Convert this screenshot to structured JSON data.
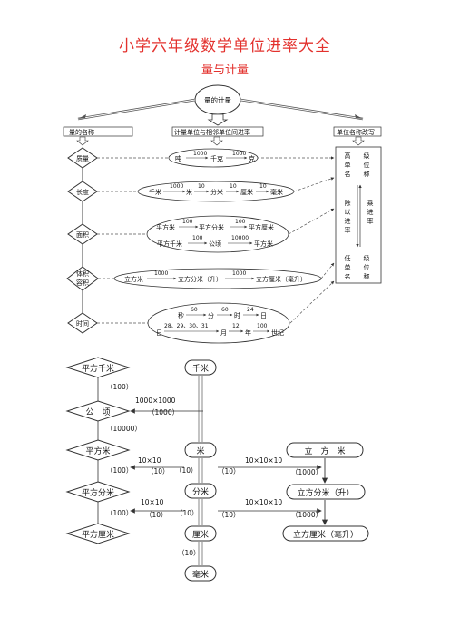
{
  "title": "小学六年级数学单位进率大全",
  "subtitle": "量与计量",
  "top": {
    "root": "量的计量",
    "col_left": "量的名称",
    "col_mid": "计量单位与相邻单位间进率",
    "col_right": "单位名称改写",
    "categories": [
      "质量",
      "长度",
      "面积",
      "体积\n容积",
      "时间"
    ],
    "mass": {
      "u1": "吨",
      "r1": "1000",
      "u2": "千克",
      "r2": "1000",
      "u3": "克"
    },
    "length": {
      "u1": "千米",
      "r1": "1000",
      "u2": "米",
      "r2": "10",
      "u3": "分米",
      "r3": "10",
      "u4": "厘米",
      "r4": "10",
      "u5": "毫米"
    },
    "area1": {
      "u1": "平方米",
      "r1": "100",
      "u2": "平方分米",
      "r2": "100",
      "u3": "平方厘米"
    },
    "area2": {
      "u1": "平方千米",
      "r1": "100",
      "u2": "公顷",
      "r2": "10000",
      "u3": "平方米"
    },
    "volume": {
      "u1": "立方米",
      "r1": "1000",
      "u2": "立方分米（升）",
      "r2": "1000",
      "u3": "立方厘米（毫升）"
    },
    "time1": {
      "u1": "秒",
      "r1": "60",
      "u2": "分",
      "r2": "60",
      "u3": "时",
      "r3": "24",
      "u4": "日"
    },
    "time2": {
      "u1": "日",
      "r1": "28、29、30、31",
      "u2": "月",
      "r2": "12",
      "u3": "年",
      "r3": "100",
      "u4": "世纪"
    },
    "rewrite": {
      "high1": "高",
      "high2": "级",
      "high3": "单",
      "high4": "位",
      "high5": "名",
      "high6": "称",
      "mul1": "乘",
      "mul2": "进",
      "mul3": "率",
      "div1": "除",
      "div2": "以",
      "div3": "进",
      "div4": "率",
      "low1": "低",
      "low2": "级",
      "low3": "单",
      "low4": "位",
      "low5": "名",
      "low6": "称"
    }
  },
  "bottom": {
    "area_nodes": [
      "平方千米",
      "公　顷",
      "平方米",
      "平方分米",
      "平方厘米"
    ],
    "area_rates": [
      "（100）",
      "（10000）",
      "（100）",
      "（100）"
    ],
    "len_nodes": [
      "千米",
      "米",
      "分米",
      "厘米",
      "毫米"
    ],
    "len_rates": [
      "（10）",
      "（10）",
      "（10）"
    ],
    "vol_nodes": [
      "立　方　米",
      "立方分米（升）",
      "立方厘米（毫升）"
    ],
    "vol_rates": [
      "（1000）",
      "（1000）"
    ],
    "cross": {
      "km_ha_top": "1000×1000",
      "km_ha_bot": "（1000）",
      "m_m2_top": "10×10",
      "m_m2_bot": "（10）",
      "dm_dm2_top": "10×10",
      "dm_dm2_bot": "（10）",
      "m_m3_top": "10×10×10",
      "m_m3_bot": "（10）",
      "dm_dm3_top": "10×10×10",
      "dm_dm3_bot": "（10）"
    }
  }
}
